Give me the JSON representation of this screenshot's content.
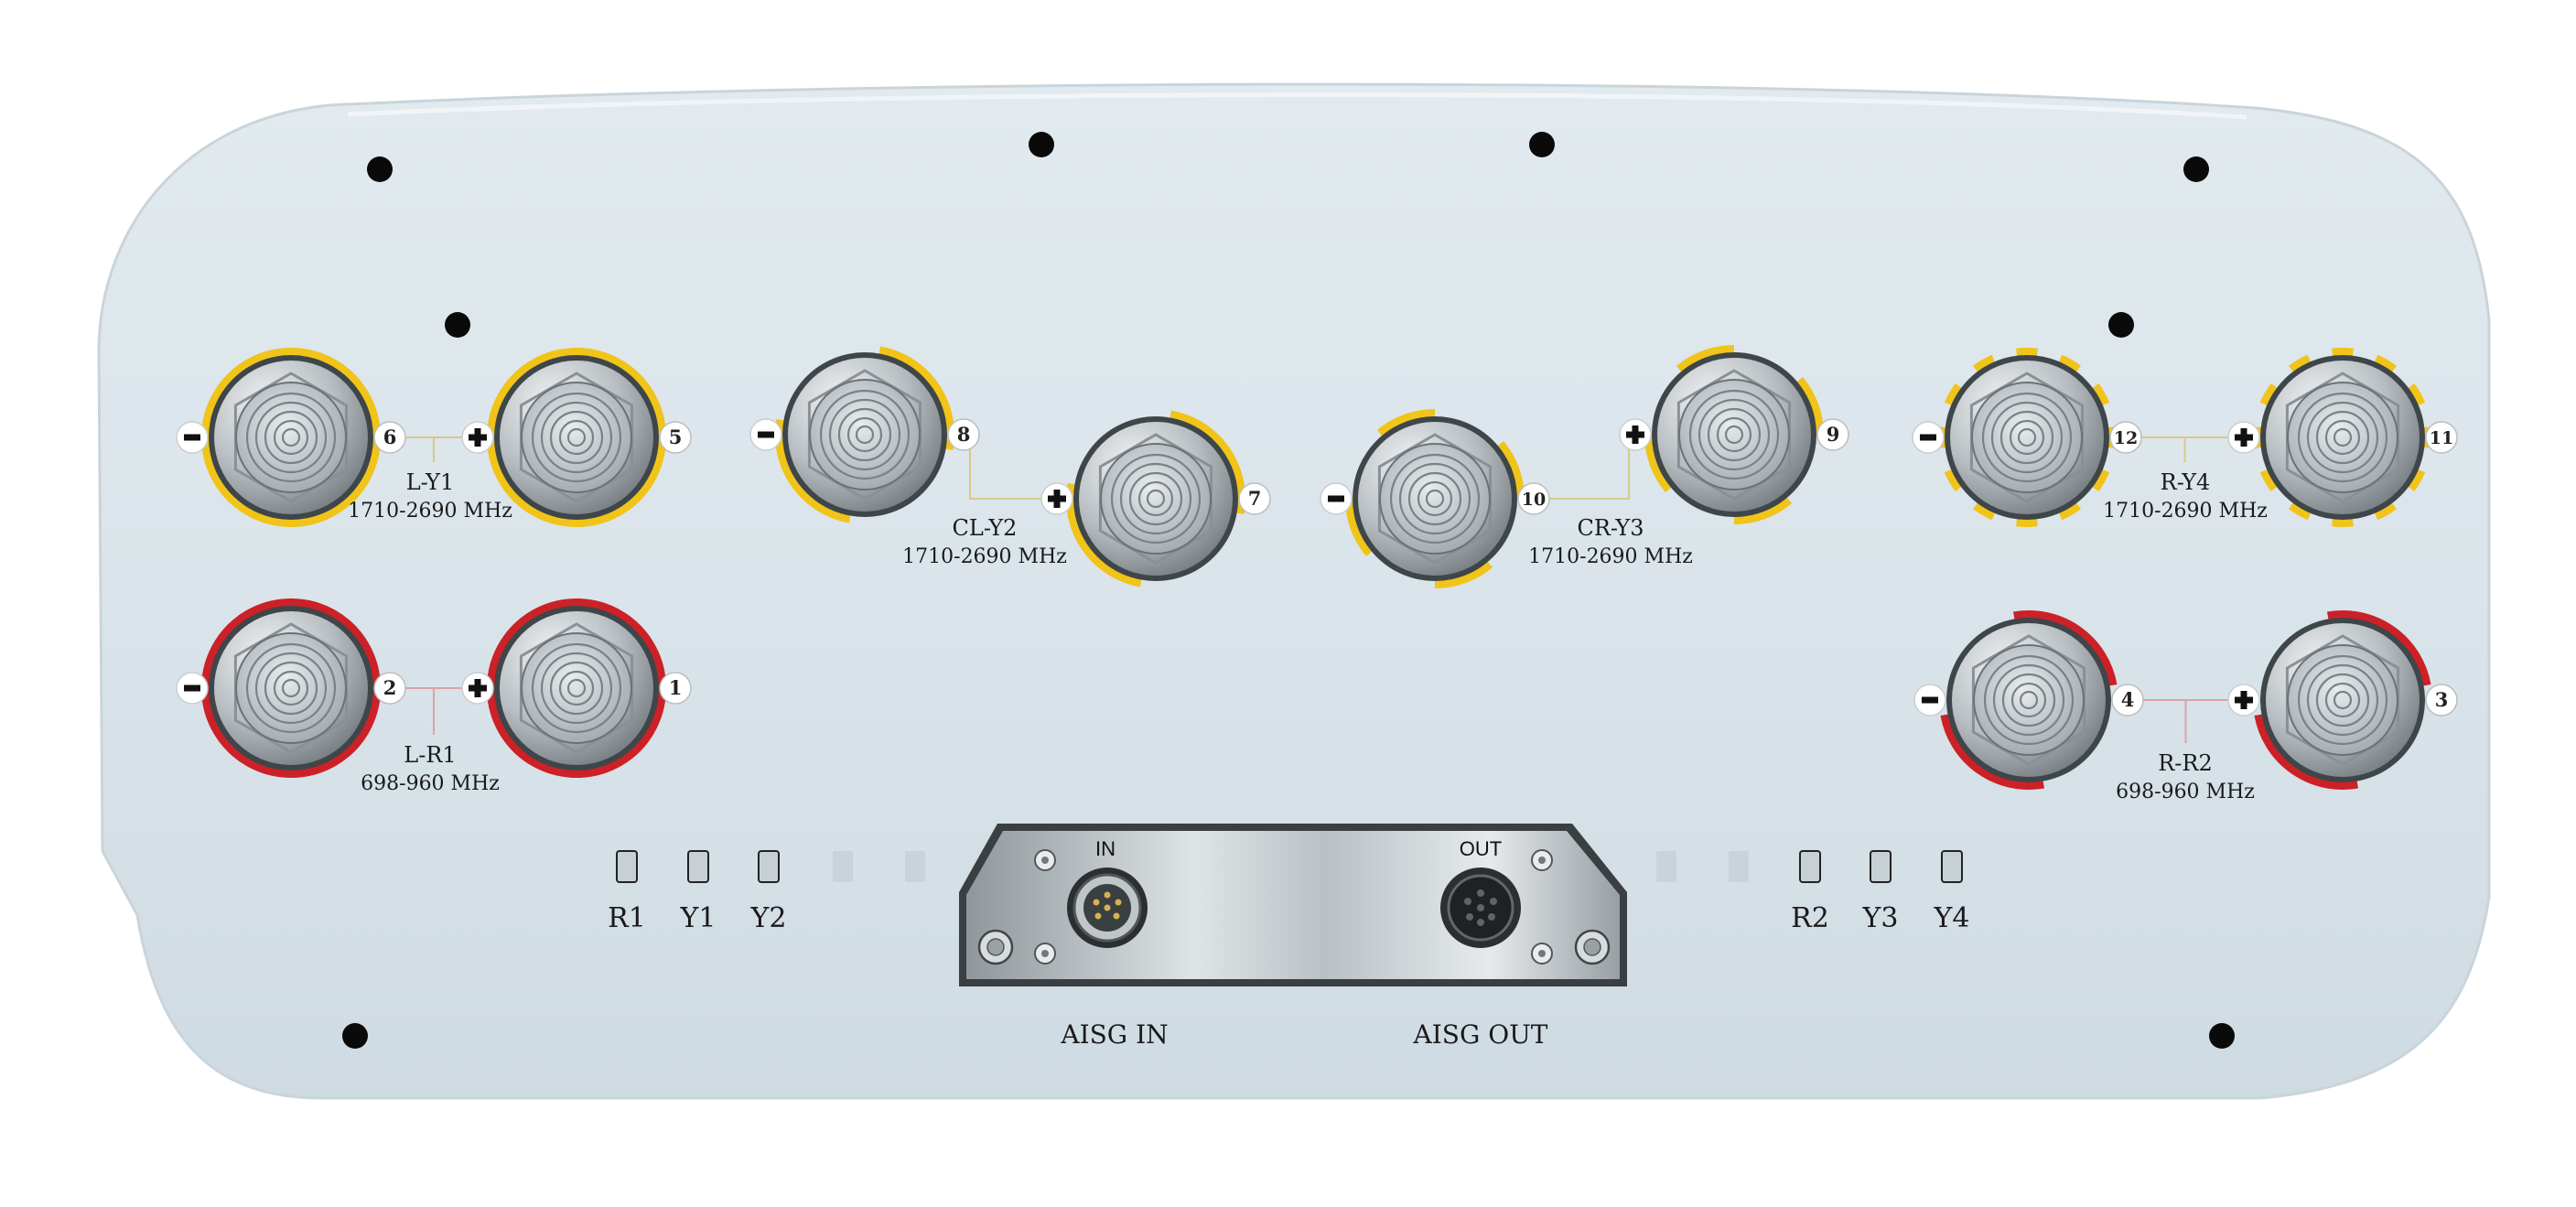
{
  "panel": {
    "name": "antenna-bottom-connector-panel",
    "body_color": "#d9e4ea",
    "colors": {
      "yellow_band": "#f0c419",
      "red_band": "#cc2127",
      "leader_line_yellow": "#d8c987",
      "leader_line_red": "#d9a3a6",
      "screw_hole": "#0a0a0a"
    }
  },
  "ports": [
    {
      "id": "port-6",
      "number": "6",
      "polarity": "minus-sign-icon",
      "band": "yellow",
      "ring": "full"
    },
    {
      "id": "port-5",
      "number": "5",
      "polarity": "plus-sign-icon",
      "band": "yellow",
      "ring": "full"
    },
    {
      "id": "port-2",
      "number": "2",
      "polarity": "minus-sign-icon",
      "band": "red",
      "ring": "full"
    },
    {
      "id": "port-1",
      "number": "1",
      "polarity": "plus-sign-icon",
      "band": "red",
      "ring": "full"
    },
    {
      "id": "port-8",
      "number": "8",
      "polarity": "minus-sign-icon",
      "band": "yellow",
      "ring": "half"
    },
    {
      "id": "port-7",
      "number": "7",
      "polarity": "plus-sign-icon",
      "band": "yellow",
      "ring": "half"
    },
    {
      "id": "port-10",
      "number": "10",
      "polarity": "minus-sign-icon",
      "band": "yellow",
      "ring": "quad"
    },
    {
      "id": "port-9",
      "number": "9",
      "polarity": "plus-sign-icon",
      "band": "yellow",
      "ring": "quad"
    },
    {
      "id": "port-12",
      "number": "12",
      "polarity": "minus-sign-icon",
      "band": "yellow",
      "ring": "dashed"
    },
    {
      "id": "port-11",
      "number": "11",
      "polarity": "plus-sign-icon",
      "band": "yellow",
      "ring": "dashed"
    },
    {
      "id": "port-4",
      "number": "4",
      "polarity": "minus-sign-icon",
      "band": "red",
      "ring": "half"
    },
    {
      "id": "port-3",
      "number": "3",
      "polarity": "plus-sign-icon",
      "band": "red",
      "ring": "half"
    }
  ],
  "arrays": [
    {
      "id": "array-l-y1",
      "name": "L-Y1",
      "freq": "1710-2690 MHz"
    },
    {
      "id": "array-l-r1",
      "name": "L-R1",
      "freq": "698-960 MHz"
    },
    {
      "id": "array-cl-y2",
      "name": "CL-Y2",
      "freq": "1710-2690 MHz"
    },
    {
      "id": "array-cr-y3",
      "name": "CR-Y3",
      "freq": "1710-2690 MHz"
    },
    {
      "id": "array-r-y4",
      "name": "R-Y4",
      "freq": "1710-2690 MHz"
    },
    {
      "id": "array-r-r2",
      "name": "R-R2",
      "freq": "698-960 MHz"
    }
  ],
  "indicators": [
    {
      "id": "indicator-r1",
      "label": "R1"
    },
    {
      "id": "indicator-y1",
      "label": "Y1"
    },
    {
      "id": "indicator-y2",
      "label": "Y2"
    },
    {
      "id": "indicator-r2",
      "label": "R2"
    },
    {
      "id": "indicator-y3",
      "label": "Y3"
    },
    {
      "id": "indicator-y4",
      "label": "Y4"
    }
  ],
  "aisg": {
    "in_port_label": "IN",
    "out_port_label": "OUT",
    "in_caption": "AISG IN",
    "out_caption": "AISG OUT"
  }
}
